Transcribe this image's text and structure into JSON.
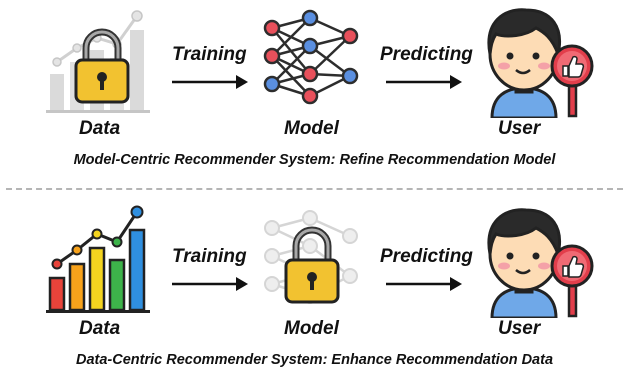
{
  "top": {
    "data_label": "Data",
    "training_label": "Training",
    "model_label": "Model",
    "predicting_label": "Predicting",
    "user_label": "User",
    "caption": "Model-Centric Recommender System: Refine Recommendation Model"
  },
  "bottom": {
    "data_label": "Data",
    "training_label": "Training",
    "model_label": "Model",
    "predicting_label": "Predicting",
    "user_label": "User",
    "caption": "Data-Centric Recommender System: Enhance Recommendation Data"
  },
  "colors": {
    "lock_gold": "#F2C230",
    "network_red": "#E8505B",
    "network_blue": "#5A8FE0",
    "skin": "#FDDCB5",
    "hair": "#2A2A2A",
    "like_red": "#E23E4B",
    "bars": [
      "#E8433A",
      "#F7A21B",
      "#F4D41F",
      "#3DB34A",
      "#2F8FE0"
    ]
  },
  "icons": [
    "chart-lock-icon",
    "arrow-right-icon",
    "neural-network-icon",
    "user-like-icon",
    "color-bar-chart-icon",
    "network-lock-icon"
  ]
}
